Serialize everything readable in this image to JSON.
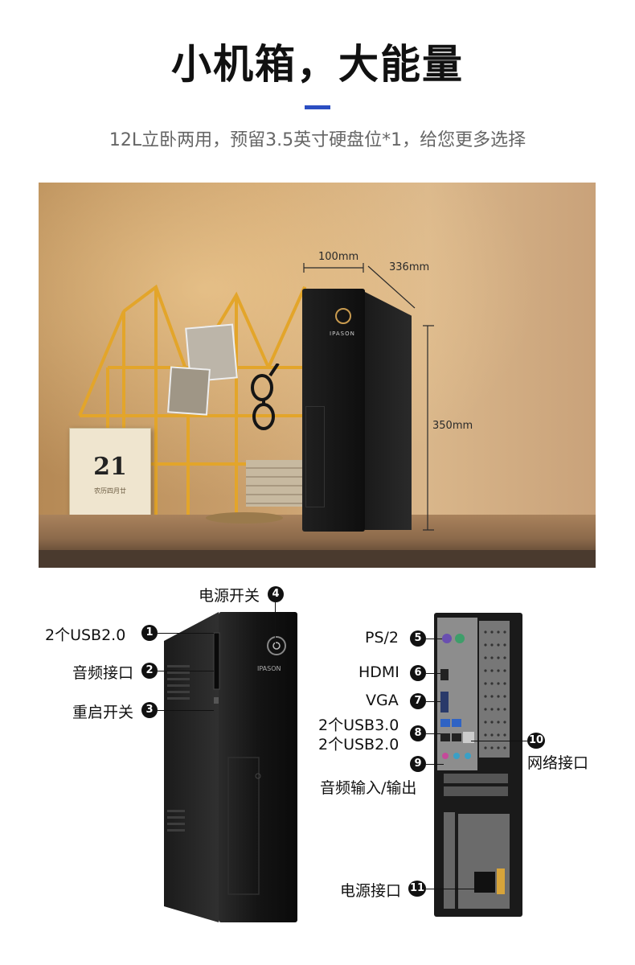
{
  "header": {
    "title": "小机箱，大能量",
    "subtitle": "12L立卧两用，预留3.5英寸硬盘位*1，给您更多选择",
    "accent_color": "#2b4ec2"
  },
  "scene": {
    "dimensions": {
      "width": "100mm",
      "depth": "336mm",
      "height": "350mm"
    },
    "pc_brand": "IPASON",
    "calendar_day": "21",
    "calendar_sub": "农历四月廿"
  },
  "ports": {
    "front_brand": "IPASON",
    "callouts": [
      {
        "num": "1",
        "label": "2个USB2.0"
      },
      {
        "num": "2",
        "label": "音频接口"
      },
      {
        "num": "3",
        "label": "重启开关"
      },
      {
        "num": "4",
        "label": "电源开关"
      },
      {
        "num": "5",
        "label": "PS/2"
      },
      {
        "num": "6",
        "label": "HDMI"
      },
      {
        "num": "7",
        "label": "VGA"
      },
      {
        "num": "8",
        "label_line1": "2个USB3.0",
        "label_line2": "2个USB2.0"
      },
      {
        "num": "9",
        "label": "音频输入/输出"
      },
      {
        "num": "10",
        "label": "网络接口"
      },
      {
        "num": "11",
        "label": "电源接口"
      }
    ]
  }
}
